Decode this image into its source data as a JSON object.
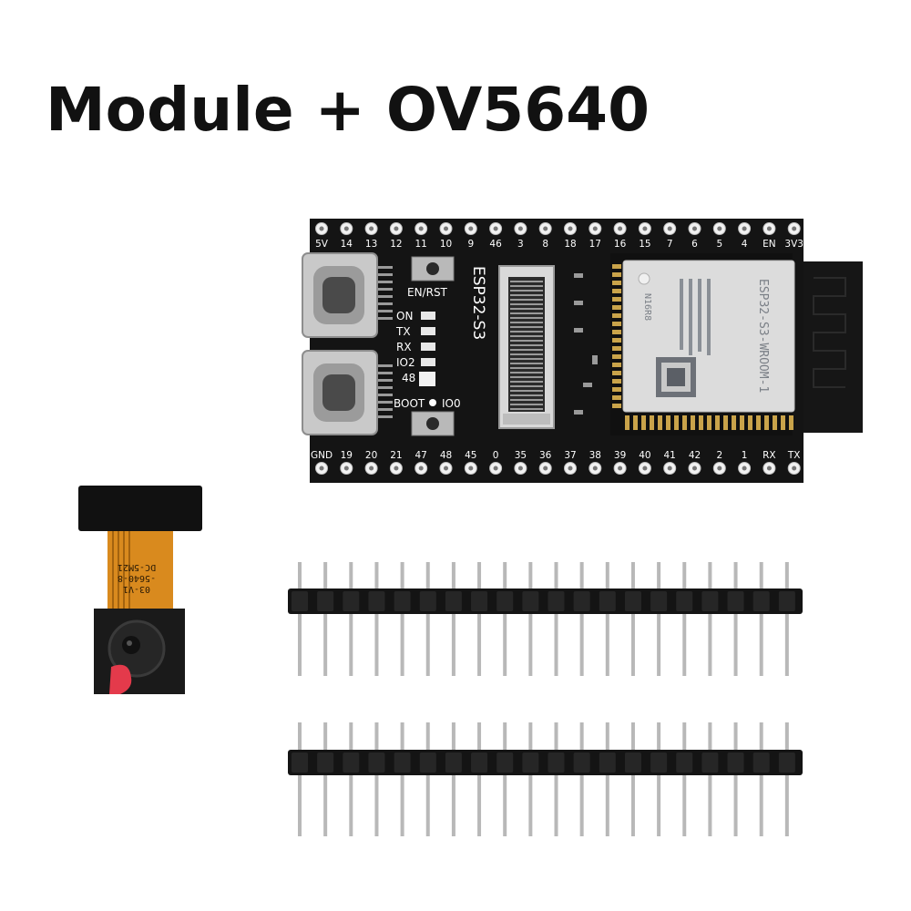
{
  "title": "Module + OV5640",
  "board": {
    "top_pins": [
      "5V",
      "14",
      "13",
      "12",
      "11",
      "10",
      "9",
      "46",
      "3",
      "8",
      "18",
      "17",
      "16",
      "15",
      "7",
      "6",
      "5",
      "4",
      "EN",
      "3V3"
    ],
    "bottom_pins": [
      "GND",
      "19",
      "20",
      "21",
      "47",
      "48",
      "45",
      "0",
      "35",
      "36",
      "37",
      "38",
      "39",
      "40",
      "41",
      "42",
      "2",
      "1",
      "RX",
      "TX"
    ],
    "rst_button_label": "EN/RST",
    "boot_button_label": "BOOT",
    "io_label": "IO0",
    "board_name": "ESP32-S3",
    "leds": [
      "ON",
      "TX",
      "RX",
      "IO2",
      "48"
    ],
    "module_name": "ESP32-S3-WROOM-1",
    "module_variant": "N16R8"
  },
  "camera": {
    "flex_text": [
      "DC-5M21",
      "-5640-8",
      "03-V1"
    ]
  },
  "colors": {
    "pcb": "#141414",
    "module_shield": "#dcdcdc",
    "flex_cable": "#d98a1e",
    "lens_tab": "#e43a4b",
    "pin_metal": "#b8b8b8"
  }
}
